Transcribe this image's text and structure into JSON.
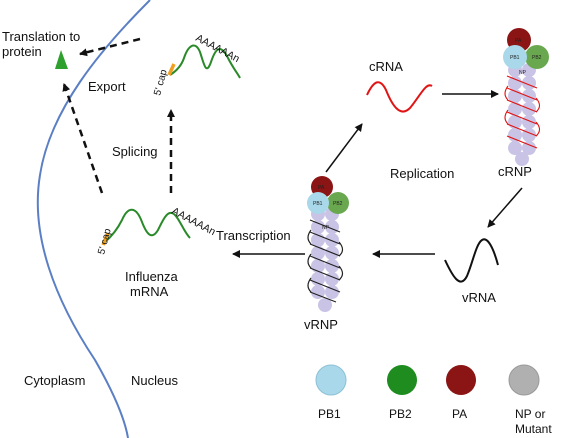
{
  "labels": {
    "translation_line1": "Translation to",
    "translation_line2": "protein",
    "export": "Export",
    "splicing": "Splicing",
    "transcription": "Transcription",
    "mrna_line1": "Influenza",
    "mrna_line2": "mRNA",
    "cap_top": "5' cap",
    "cap_bottom": "5' cap",
    "polya_top": "AAAAAAn",
    "polya_bottom": "AAAAAAn",
    "crna": "cRNA",
    "crnp": "cRNP",
    "replication": "Replication",
    "vrna": "vRNA",
    "vrnp": "vRNP",
    "cytoplasm": "Cytoplasm",
    "nucleus": "Nucleus"
  },
  "protein_labels": {
    "pa": "PA",
    "pb1": "PB1",
    "pb2": "PB2",
    "np": "NP"
  },
  "legend": [
    {
      "label": "PB1",
      "color": "#a8d8ea"
    },
    {
      "label": "PB2",
      "color": "#1e8c1e"
    },
    {
      "label": "PA",
      "color": "#8b1414"
    },
    {
      "label": "NP or Mutant",
      "color": "#b0b0b0"
    }
  ],
  "colors": {
    "membrane": "#5b7fc4",
    "mrna": "#2a8a2a",
    "crna": "#e01515",
    "vrna": "#111111",
    "cap": "#f0a020",
    "np_bead": "#c9c3e6",
    "translation_marker": "#2ea02e"
  }
}
